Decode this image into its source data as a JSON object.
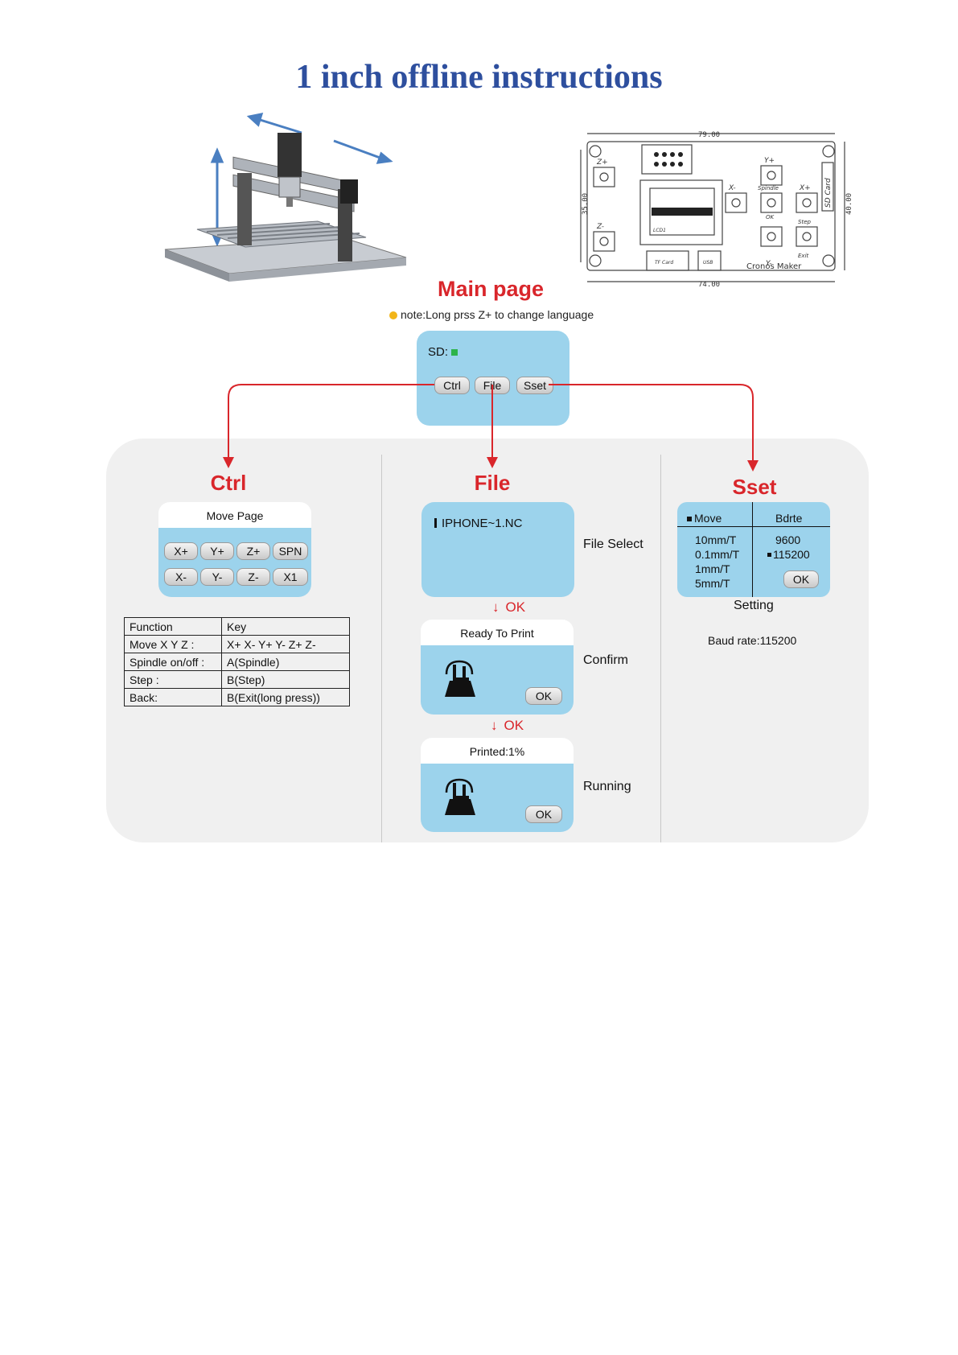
{
  "title": "1 inch offline instructions",
  "board": {
    "dim_top": "79.00",
    "dim_bottom": "74.00",
    "dim_left": "35.00",
    "dim_right": "40.00",
    "labels": {
      "zplus": "Z+",
      "zminus": "Z-",
      "yplus": "Y+",
      "yminus": "Y-",
      "xminus": "X-",
      "xplus": "X+",
      "spindle": "Spindle",
      "ok": "OK",
      "step": "Step",
      "exit": "Exit",
      "sd_card": "SD Card",
      "tf_card": "TF Card",
      "usb": "USB",
      "lcd": "LCD1",
      "brand": "Cronos Maker"
    }
  },
  "main_page": {
    "title": "Main page",
    "note": "note:Long prss Z+ to change language",
    "sd_label": "SD:",
    "buttons": [
      "Ctrl",
      "File",
      "Sset"
    ]
  },
  "ctrl": {
    "title": "Ctrl",
    "screen_title": "Move Page",
    "buttons_row1": [
      "X+",
      "Y+",
      "Z+",
      "SPN"
    ],
    "buttons_row2": [
      "X-",
      "Y-",
      "Z-",
      "X1"
    ],
    "table_header": [
      "Function",
      "Key"
    ],
    "table_rows": [
      [
        "Move X Y Z :",
        "X+ X- Y+ Y- Z+ Z-"
      ],
      [
        "Spindle on/off :",
        "A(Spindle)"
      ],
      [
        "Step :",
        "B(Step)"
      ],
      [
        "Back:",
        "B(Exit(long press))"
      ]
    ]
  },
  "file": {
    "title": "File",
    "file_name": "IPHONE~1.NC",
    "file_select_label": "File Select",
    "ok_arrow_1": "OK",
    "ready_title": "Ready To Print",
    "confirm_label": "Confirm",
    "ok_btn_1": "OK",
    "ok_arrow_2": "OK",
    "printed_title": "Printed:1%",
    "running_label": "Running",
    "ok_btn_2": "OK"
  },
  "sset": {
    "title": "Sset",
    "col1_header": "Move",
    "col2_header": "Bdrte",
    "move_values": [
      "10mm/T",
      "0.1mm/T",
      "1mm/T",
      "5mm/T"
    ],
    "baud_values": [
      "9600",
      "115200"
    ],
    "ok_btn": "OK",
    "setting_label": "Setting",
    "baud_rate": "Baud rate:115200"
  },
  "colors": {
    "title_blue": "#2e4f9e",
    "accent_red": "#d9262b",
    "screen_blue": "#9cd3ec",
    "panel_grey": "#f0f0f0"
  }
}
